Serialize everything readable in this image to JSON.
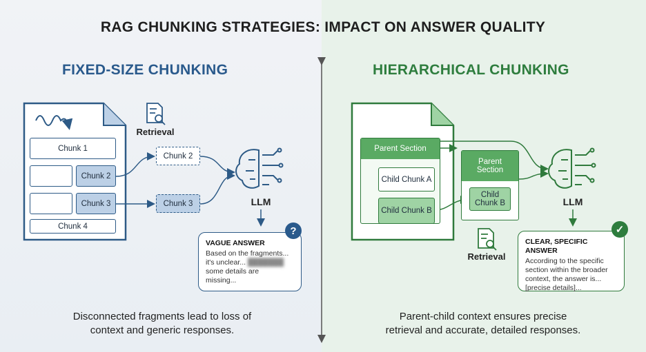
{
  "title": "RAG CHUNKING STRATEGIES: IMPACT ON ANSWER QUALITY",
  "left": {
    "heading": "FIXED-SIZE CHUNKING",
    "chunks": [
      "Chunk 1",
      "Chunk 2",
      "Chunk 3",
      "Chunk 4"
    ],
    "retrieval": "Retrieval",
    "retrieved": [
      "Chunk 2",
      "Chunk 3"
    ],
    "llm": "LLM",
    "answer": {
      "title": "VAGUE ANSWER",
      "line1": "Based on the fragments...",
      "line2": "it's unclear...",
      "line3": "some details are",
      "line4": "missing...",
      "badge": "?"
    },
    "caption1": "Disconnected fragments lead to loss of",
    "caption2": "context and generic responses.",
    "color": "#2a5a8c"
  },
  "right": {
    "heading": "HIERARCHICAL CHUNKING",
    "parent": "Parent Section",
    "childA": "Child Chunk A",
    "childB": "Child Chunk B",
    "retrieved_parent": "Parent Section",
    "retrieved_child": "Child Chunk B",
    "retrieval": "Retrieval",
    "llm": "LLM",
    "answer": {
      "title": "CLEAR, SPECIFIC ANSWER",
      "line1": "According to the specific",
      "line2": "section within the broader",
      "line3": "context, the answer is...",
      "line4": "[precise details]...",
      "badge": "✓"
    },
    "caption1": "Parent-child context ensures precise",
    "caption2": "retrieval and accurate, detailed responses.",
    "color": "#2e7d3e"
  }
}
